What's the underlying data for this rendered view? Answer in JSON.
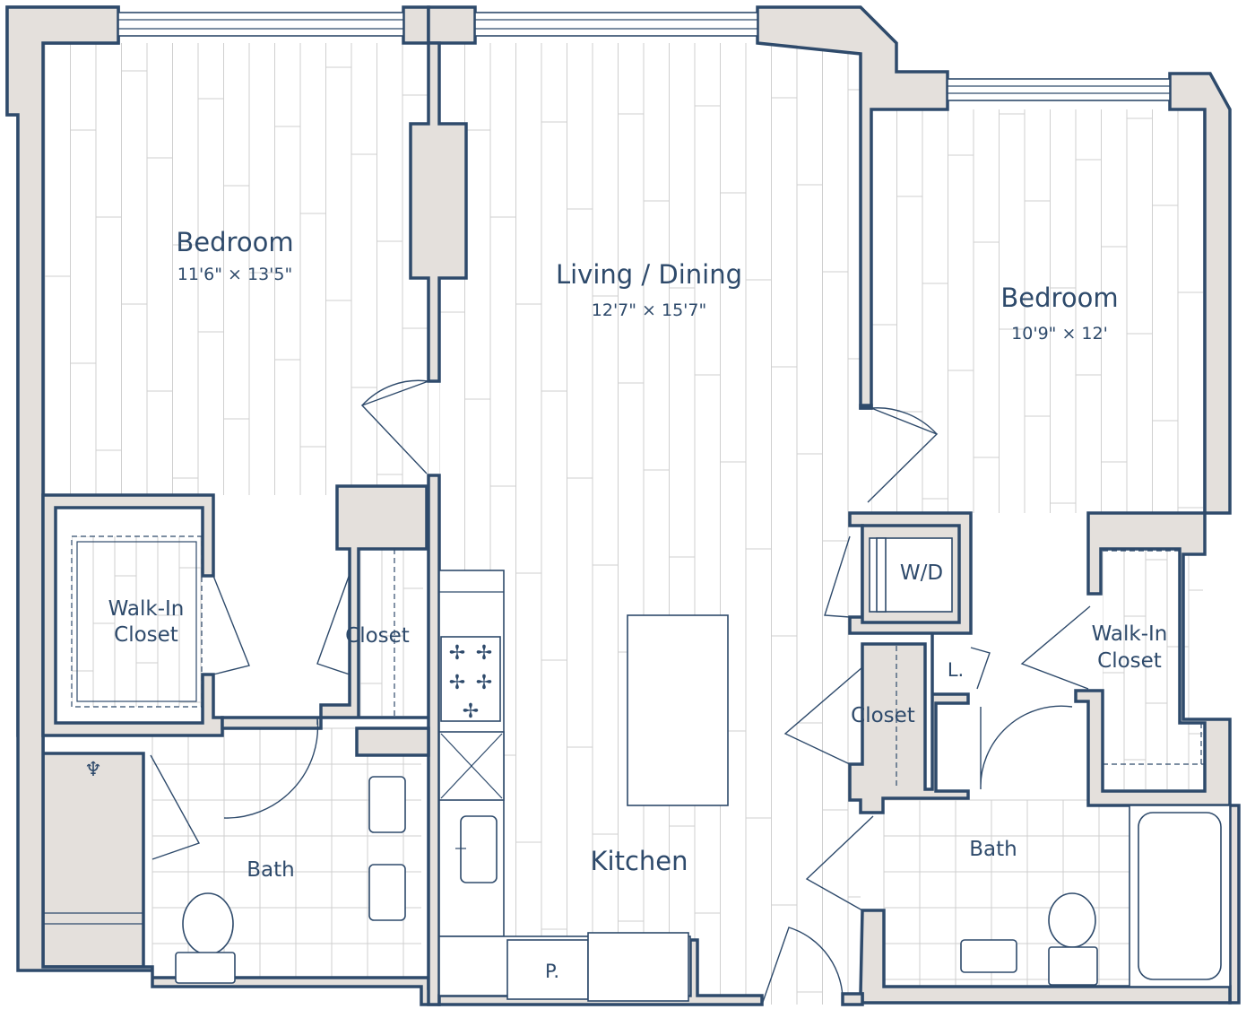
{
  "rooms": {
    "bedroom_left": {
      "name": "Bedroom",
      "dims": "11'6\" × 13'5\""
    },
    "living": {
      "name": "Living / Dining",
      "dims": "12'7\" × 15'7\""
    },
    "bedroom_right": {
      "name": "Bedroom",
      "dims": "10'9\" × 12'"
    },
    "walkin_left": {
      "line1": "Walk-In",
      "line2": "Closet"
    },
    "closet_left": {
      "name": "Closet"
    },
    "bath_left": {
      "name": "Bath"
    },
    "kitchen": {
      "name": "Kitchen"
    },
    "pantry": {
      "name": "P."
    },
    "washer_dryer": {
      "name": "W/D"
    },
    "linen": {
      "name": "L."
    },
    "closet_right": {
      "name": "Closet"
    },
    "walkin_right": {
      "line1": "Walk-In",
      "line2": "Closet"
    },
    "bath_right": {
      "name": "Bath"
    }
  },
  "colors": {
    "wall_fill": "#e4e0dc",
    "wall_stroke": "#2e4a6b",
    "text": "#2e4a6b"
  }
}
